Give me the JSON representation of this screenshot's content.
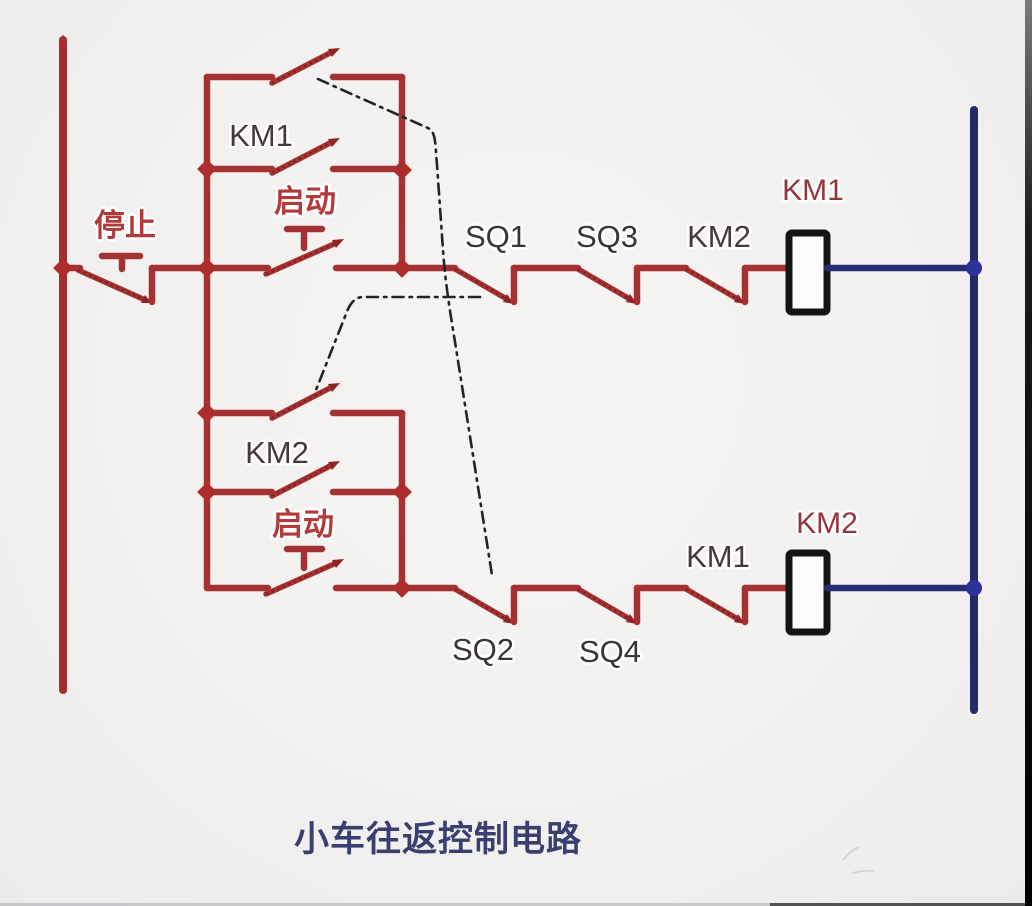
{
  "title": "小车往返控制电路",
  "components": {
    "stop_button": "停止",
    "start_button_top": "启动",
    "start_button_bottom": "启动",
    "km1_aux_contact": "KM1",
    "km2_aux_contact": "KM2",
    "sq1_contact": "SQ1",
    "sq3_contact": "SQ3",
    "km2_nc_contact": "KM2",
    "km1_coil": "KM1",
    "sq2_contact": "SQ2",
    "sq4_contact": "SQ4",
    "km1_nc_contact": "KM1",
    "km2_coil": "KM2"
  },
  "colors": {
    "wire_red": "#a43232",
    "rail_blue": "#232a68",
    "coil_outline": "#141414",
    "linkage_dash": "#242424",
    "sq_label": "#3a3439",
    "km_contact_label": "#46383b",
    "coil_label_red": "#97333a",
    "chinese_label_red": "#b13a3a",
    "title_navy": "#39406f",
    "background": "#f4f2f0"
  }
}
